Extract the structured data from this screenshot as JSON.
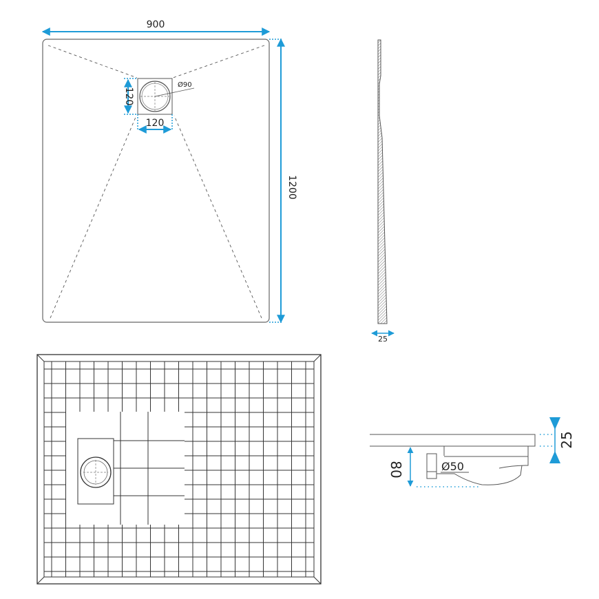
{
  "colors": {
    "dimension": "#1e9bd7",
    "line": "#444444"
  },
  "plan_view": {
    "width_label": "900",
    "length_label": "1200",
    "drain_height_label": "120",
    "drain_width_label": "120",
    "drain_diameter_label": "Ø90"
  },
  "side_profile": {
    "thickness_label": "25"
  },
  "section_view": {
    "tray_thickness_label": "25",
    "drain_depth_label": "80",
    "outlet_diameter_label": "Ø50"
  }
}
